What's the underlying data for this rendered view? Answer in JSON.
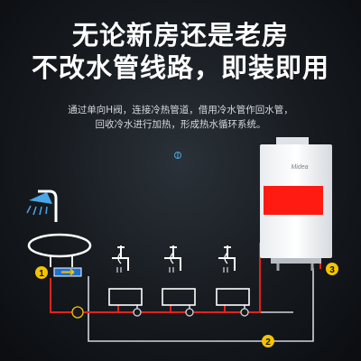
{
  "headline": {
    "line1": "无论新房还是老房",
    "line2": "不改水管线路，即装即用"
  },
  "description": {
    "line1": "通过单向H阀，连接冷热管道，借用冷水管作回水管，",
    "line2": "回收冷水进行加热，形成热水循环系统。"
  },
  "heater": {
    "brand": "Midea"
  },
  "markers": [
    "1",
    "2",
    "3"
  ],
  "colors": {
    "hot_pipe": "#e0231c",
    "cold_pipe": "#cfd6dd",
    "display": "#ff1a12",
    "marker": "#f5c400",
    "shower_icon": "#4aa6e8"
  }
}
